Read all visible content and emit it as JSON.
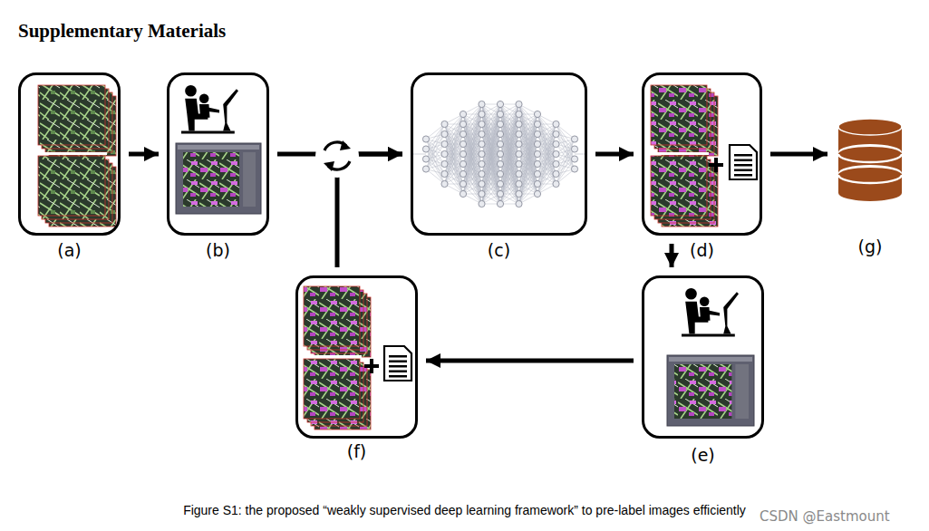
{
  "diagram": {
    "title": "Supplementary Materials",
    "caption": "Figure S1: the proposed “weakly supervised deep learning framework” to pre-label images efficiently",
    "nodes": [
      {
        "text": [
          "(a)"
        ]
      },
      {
        "text": [
          "(b)"
        ]
      },
      {
        "text": [
          "(c)"
        ]
      },
      {
        "text": [
          "(d)"
        ]
      },
      {
        "text": [
          "(g)"
        ]
      },
      {
        "text": [
          "(e)"
        ]
      },
      {
        "text": [
          "(f)"
        ]
      }
    ],
    "edges": [
      {
        "from": 0,
        "to": 1,
        "arrow": "to"
      },
      {
        "from": 1,
        "to": 2,
        "arrow": "to"
      },
      {
        "from": 6,
        "to": 2,
        "arrow": "to"
      },
      {
        "from": 2,
        "to": 3,
        "arrow": "to"
      },
      {
        "from": 3,
        "to": 4,
        "arrow": "to"
      },
      {
        "from": 3,
        "to": 5,
        "arrow": "to"
      },
      {
        "from": 5,
        "to": 6,
        "arrow": "to"
      }
    ],
    "labels": [
      "CSDN @Eastmount"
    ]
  }
}
